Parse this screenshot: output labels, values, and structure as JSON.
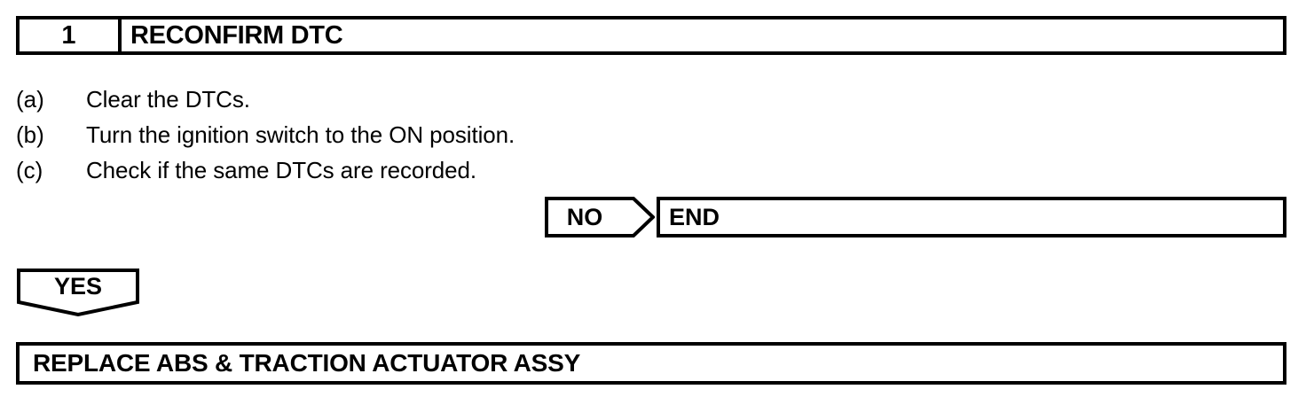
{
  "step": {
    "number": "1",
    "title": "RECONFIRM DTC"
  },
  "instructions": [
    {
      "label": "(a)",
      "text": "Clear the DTCs."
    },
    {
      "label": "(b)",
      "text": "Turn the ignition switch to the ON position."
    },
    {
      "label": "(c)",
      "text": "Check if the same DTCs are recorded."
    }
  ],
  "branches": {
    "no": {
      "label": "NO",
      "target": "END"
    },
    "yes": {
      "label": "YES",
      "target": "REPLACE ABS & TRACTION ACTUATOR ASSY"
    }
  },
  "colors": {
    "line": "#000000",
    "background": "#ffffff"
  }
}
